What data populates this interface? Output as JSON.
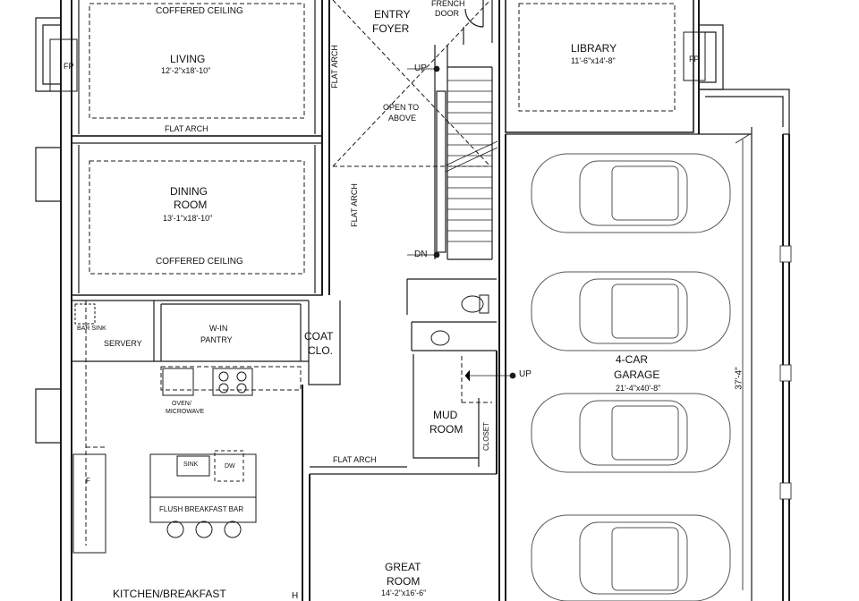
{
  "rooms": {
    "living": {
      "name": "LIVING",
      "dim": "12'-2\"x18'-10\"",
      "ceiling": "COFFERED CEILING"
    },
    "dining": {
      "name_line1": "DINING",
      "name_line2": "ROOM",
      "dim": "13'-1\"x18'-10\"",
      "ceiling": "COFFERED CEILING"
    },
    "entry": {
      "name_line1": "ENTRY",
      "name_line2": "FOYER"
    },
    "french_door": {
      "line1": "FRENCH",
      "line2": "DOOR"
    },
    "library": {
      "name": "LIBRARY",
      "dim": "11'-6\"x14'-8\""
    },
    "open_to_above": {
      "line1": "OPEN TO",
      "line2": "ABOVE"
    },
    "servery": {
      "name": "SERVERY",
      "bar_sink": "BAR SINK"
    },
    "pantry": {
      "line1": "W-IN",
      "line2": "PANTRY"
    },
    "coat": {
      "line1": "COAT",
      "line2": "CLO."
    },
    "mud": {
      "line1": "MUD",
      "line2": "ROOM"
    },
    "closet": {
      "name": "CLOSET"
    },
    "garage": {
      "line1": "4-CAR",
      "line2": "GARAGE",
      "dim": "21'-4\"x40'-8\"",
      "depth": "37'-4\""
    },
    "great_room": {
      "line1": "GREAT",
      "line2": "ROOM",
      "dim": "14'-2\"x16'-6\""
    },
    "kitchen": {
      "name": "KITCHEN/BREAKFAST",
      "oven_line1": "OVEN/",
      "oven_line2": "MICROWAVE",
      "sink": "SINK",
      "dw": "DW",
      "fridge": "F",
      "breakfast_bar": "FLUSH BREAKFAST BAR"
    }
  },
  "labels": {
    "fp": "FP",
    "flat_arch": "FLAT ARCH",
    "up": "UP",
    "dn": "DN",
    "cut_h": "H"
  }
}
